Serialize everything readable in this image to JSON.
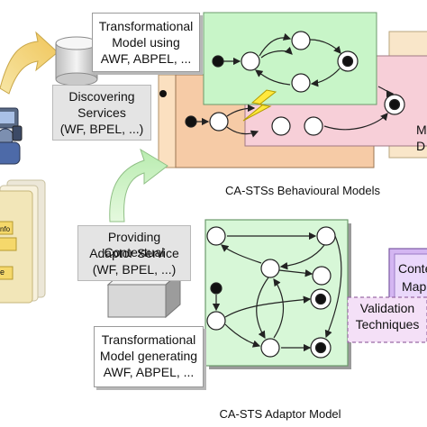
{
  "top_callout": {
    "lines": [
      "Transformational",
      "Model using",
      "AWF, ABPEL, ..."
    ]
  },
  "discovering": {
    "lines": [
      "Discovering",
      "Services",
      "(WF, BPEL, ...)"
    ]
  },
  "behavioural_caption": "CA-STSs Behavioural Models",
  "providing": {
    "lines": [
      "Providing Contextual",
      "Adaptor Service",
      "(WF, BPEL, ...)"
    ]
  },
  "bottom_callout": {
    "lines": [
      "Transformational",
      "Model generating",
      "AWF, ABPEL, ..."
    ]
  },
  "adaptor_caption": "CA-STS Adaptor Model",
  "validation": {
    "lines": [
      "Validation",
      "Techniques"
    ]
  },
  "right_cut_top": {
    "lines": [
      "M",
      "D"
    ]
  },
  "right_cut_bottom": {
    "lines": [
      "Conte",
      "Map"
    ]
  },
  "left_labels": {
    "info": "nfo",
    "e": "e"
  },
  "colors": {
    "green_model": "#c8f5c8",
    "pink_model": "#f7cfd8",
    "peach_model": "#f6cba6",
    "adaptor_bg": "#d7f7d7",
    "yellow_arrow": "#f3cf6e",
    "green_arrow": "#c9f0c0",
    "purple_box": "#d4b6f2",
    "validation_box": "#f4e0f7",
    "left_panel": "#f2e6b8"
  }
}
